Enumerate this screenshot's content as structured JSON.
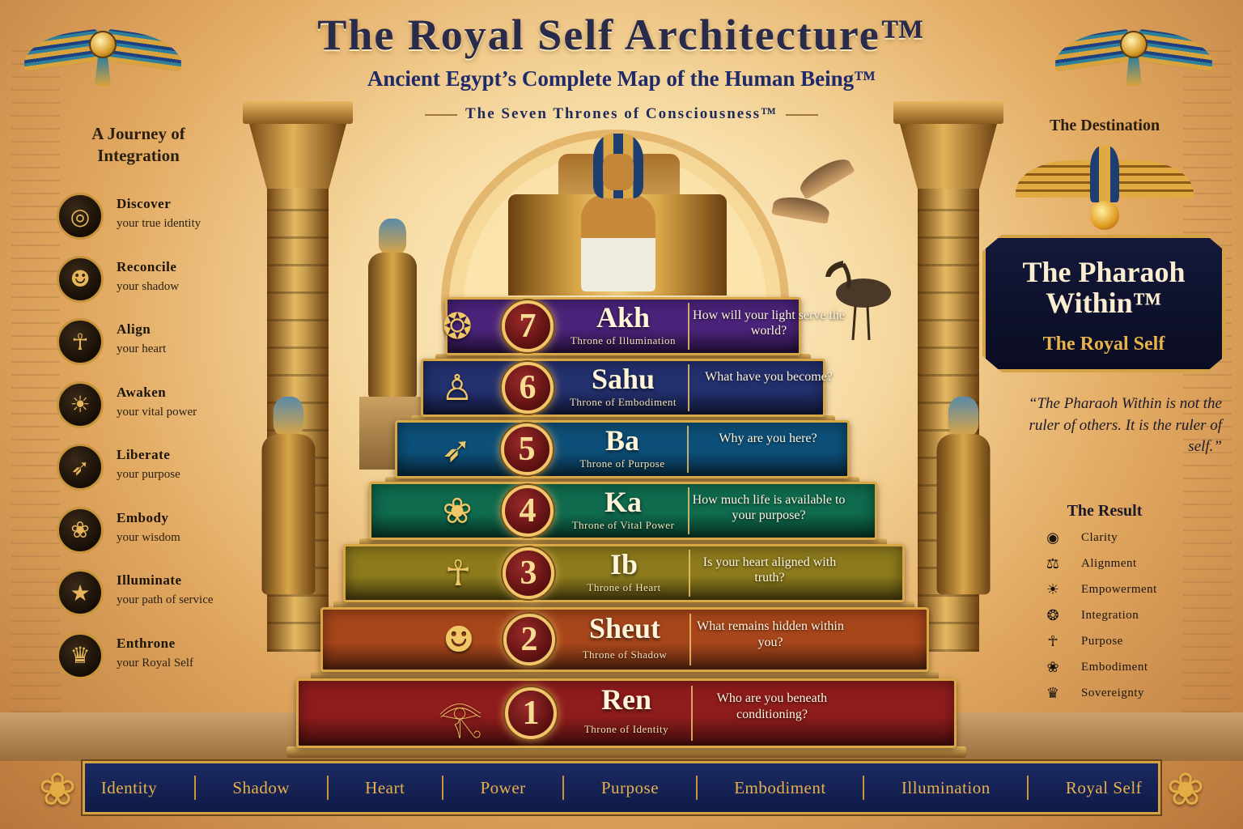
{
  "header": {
    "title": "The Royal Self Architecture™",
    "subtitle": "Ancient Egypt’s Complete Map of the Human Being™",
    "thrones_title": "The Seven Thrones of Consciousness™"
  },
  "journey": {
    "title": "A Journey of Integration",
    "items": [
      {
        "verb": "Discover",
        "object": "your true identity",
        "icon": "labyrinth-icon",
        "glyph": "◎"
      },
      {
        "verb": "Reconcile",
        "object": "your shadow",
        "icon": "profile-head-icon",
        "glyph": "☻"
      },
      {
        "verb": "Align",
        "object": "your heart",
        "icon": "ankh-icon",
        "glyph": "☥"
      },
      {
        "verb": "Awaken",
        "object": "your vital power",
        "icon": "sun-icon",
        "glyph": "☀"
      },
      {
        "verb": "Liberate",
        "object": "your purpose",
        "icon": "bird-icon",
        "glyph": "➶"
      },
      {
        "verb": "Embody",
        "object": "your wisdom",
        "icon": "lotus-icon",
        "glyph": "❀"
      },
      {
        "verb": "Illuminate",
        "object": "your path of service",
        "icon": "star-icon",
        "glyph": "★"
      },
      {
        "verb": "Enthrone",
        "object": "your Royal Self",
        "icon": "crown-icon",
        "glyph": "♛"
      }
    ]
  },
  "thrones": [
    {
      "number": "7",
      "name": "Akh",
      "throne": "Throne of Illumination",
      "question": "How will your light serve the world?",
      "color": "#4a237a",
      "icon": "winged-disk-icon",
      "glyph": "❂"
    },
    {
      "number": "6",
      "name": "Sahu",
      "throne": "Throne of Embodiment",
      "question": "What have you become?",
      "color": "#23306e",
      "icon": "seated-figure-icon",
      "glyph": "♙"
    },
    {
      "number": "5",
      "name": "Ba",
      "throne": "Throne of Purpose",
      "question": "Why are you here?",
      "color": "#0d4f78",
      "icon": "ba-bird-icon",
      "glyph": "➶"
    },
    {
      "number": "4",
      "name": "Ka",
      "throne": "Throne of Vital Power",
      "question": "How much life is available to your purpose?",
      "color": "#0f6a4e",
      "icon": "lotus-icon",
      "glyph": "❀"
    },
    {
      "number": "3",
      "name": "Ib",
      "throne": "Throne of Heart",
      "question": "Is your heart aligned with truth?",
      "color": "#8c7a1c",
      "icon": "ankh-icon",
      "glyph": "☥"
    },
    {
      "number": "2",
      "name": "Sheut",
      "throne": "Throne of Shadow",
      "question": "What remains hidden within you?",
      "color": "#a8461b",
      "icon": "profile-head-icon",
      "glyph": "☻"
    },
    {
      "number": "1",
      "name": "Ren",
      "throne": "Throne of Identity",
      "question": "Who are you beneath conditioning?",
      "color": "#8e1c1c",
      "icon": "eye-of-horus-icon",
      "glyph": "𓂀"
    }
  ],
  "destination": {
    "title": "The Destination",
    "plaque_title": "The Pharaoh Within™",
    "plaque_subtitle": "The Royal Self",
    "quote": "“The Pharaoh Within is not the ruler of others. It is the ruler of self.”"
  },
  "result": {
    "title": "The Result",
    "items": [
      {
        "label": "Clarity",
        "icon": "eye-icon",
        "glyph": "◉"
      },
      {
        "label": "Alignment",
        "icon": "scales-icon",
        "glyph": "⚖"
      },
      {
        "label": "Empowerment",
        "icon": "sun-icon",
        "glyph": "☀"
      },
      {
        "label": "Integration",
        "icon": "three-circles-icon",
        "glyph": "❂"
      },
      {
        "label": "Purpose",
        "icon": "ankh-icon",
        "glyph": "☥"
      },
      {
        "label": "Embodiment",
        "icon": "lotus-icon",
        "glyph": "❀"
      },
      {
        "label": "Sovereignty",
        "icon": "crown-icon",
        "glyph": "♛"
      }
    ]
  },
  "banner": [
    "Identity",
    "Shadow",
    "Heart",
    "Power",
    "Purpose",
    "Embodiment",
    "Illumination",
    "Royal Self"
  ],
  "colors": {
    "gold": "#d5a244",
    "navy": "#14183a",
    "banner_text": "#e6b04c"
  }
}
